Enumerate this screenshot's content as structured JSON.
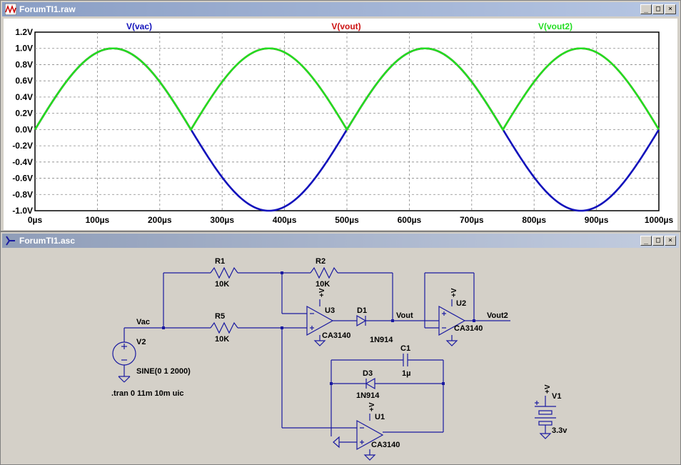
{
  "waveform_window": {
    "title": "ForumTI1.raw",
    "buttons": {
      "minimize": "_",
      "maximize": "□",
      "close": "×"
    },
    "traces": [
      {
        "label": "V(vac)",
        "color": "#1111bb"
      },
      {
        "label": "V(vout)",
        "color": "#cc1111"
      },
      {
        "label": "V(vout2)",
        "color": "#22dd22"
      }
    ]
  },
  "chart_data": {
    "type": "line",
    "x_unit": "µs",
    "xlim": [
      0,
      1000
    ],
    "ylim": [
      -1.0,
      1.2
    ],
    "x_ticks": [
      "0µs",
      "100µs",
      "200µs",
      "300µs",
      "400µs",
      "500µs",
      "600µs",
      "700µs",
      "800µs",
      "900µs",
      "1000µs"
    ],
    "y_ticks": [
      "1.2V",
      "1.0V",
      "0.8V",
      "0.6V",
      "0.4V",
      "0.2V",
      "0.0V",
      "-0.2V",
      "-0.4V",
      "-0.6V",
      "-0.8V",
      "-1.0V"
    ],
    "grid": true,
    "series": [
      {
        "name": "V(vac)",
        "color": "#1111bb",
        "function": "sin",
        "amplitude": 1,
        "frequency_hz": 2000
      },
      {
        "name": "V(vout)",
        "color": "#cc1111",
        "function": "abs_sin",
        "amplitude": 1,
        "frequency_hz": 2000
      },
      {
        "name": "V(vout2)",
        "color": "#22dd22",
        "function": "abs_sin",
        "amplitude": 1,
        "frequency_hz": 2000
      }
    ]
  },
  "schematic_window": {
    "title": "ForumTI1.asc",
    "buttons": {
      "minimize": "_",
      "maximize": "□",
      "close": "×"
    },
    "labels": {
      "r1": "R1",
      "r1_val": "10K",
      "r2": "R2",
      "r2_val": "10K",
      "r5": "R5",
      "r5_val": "10K",
      "u3": "U3",
      "u3_model": "CA3140",
      "u2": "U2",
      "u2_model": "CA3140",
      "u1": "U1",
      "u1_model": "CA3140",
      "d1": "D1",
      "d1_model": "1N914",
      "d3": "D3",
      "d3_model": "1N914",
      "c1": "C1",
      "c1_val": "1µ",
      "v1": "V1",
      "v1_val": "3.3v",
      "v2": "V2",
      "v2_val": "SINE(0 1 2000)",
      "vac": "Vac",
      "vout": "Vout",
      "vout2": "Vout2",
      "plus_v": "+V",
      "directive": ".tran 0 11m 10m uic"
    }
  }
}
